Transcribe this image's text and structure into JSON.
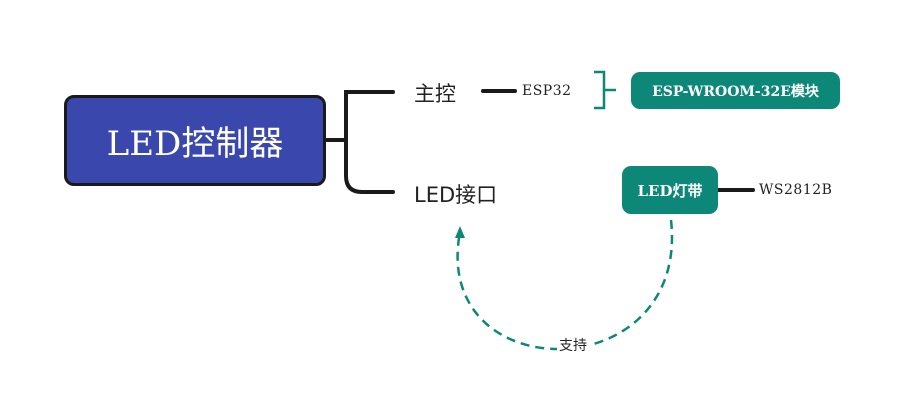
{
  "root": {
    "label": "LED控制器"
  },
  "branches": {
    "main_control": {
      "label": "主控",
      "child": "ESP32",
      "module": "ESP-WROOM-32E模块"
    },
    "led_interface": {
      "label": "LED接口"
    }
  },
  "led_strip": {
    "label": "LED灯带",
    "child": "WS2812B"
  },
  "relation": {
    "label": "支持"
  },
  "colors": {
    "root_fill": "#3a47ad",
    "tag_fill": "#0d8878",
    "line": "#1a1a1a",
    "relation_line": "#0d8878"
  }
}
